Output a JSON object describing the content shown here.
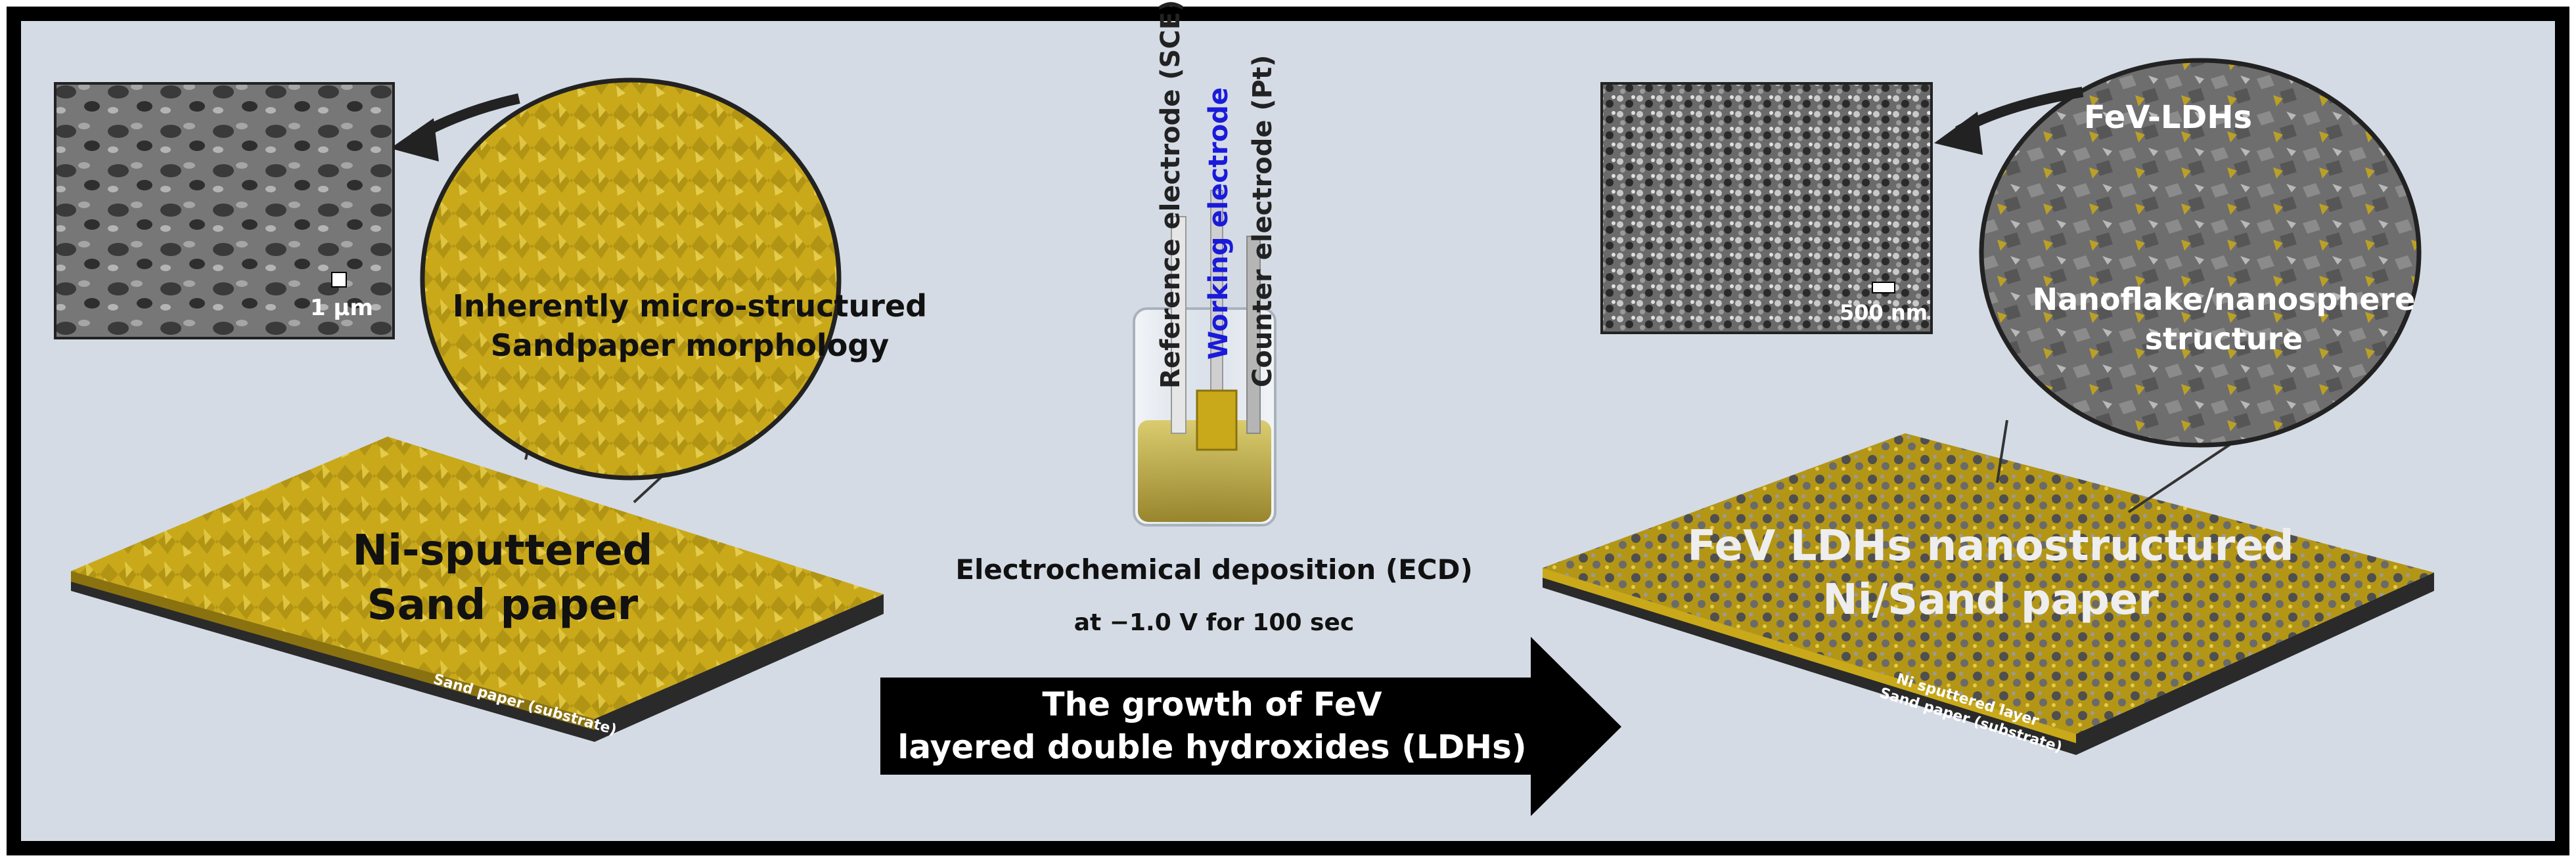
{
  "left_panel": {
    "sem_scale_label": "1 µm",
    "zoom_caption_line1": "Inherently micro-structured",
    "zoom_caption_line2": "Sandpaper morphology",
    "sample_title_line1": "Ni-sputtered",
    "sample_title_line2": "Sand paper",
    "substrate_label": "Sand paper (substrate)"
  },
  "center_panel": {
    "electrodes": [
      {
        "label": "Reference electrode (SCE)",
        "color": "#222222"
      },
      {
        "label": "Working electrode",
        "color": "#1a1adb"
      },
      {
        "label": "Counter electrode (Pt)",
        "color": "#222222"
      }
    ],
    "process_line1": "Electrochemical deposition (ECD)",
    "process_line2": "at −1.0 V for 100 sec",
    "arrow_line1": "The growth of FeV",
    "arrow_line2": "layered double hydroxides (LDHs)"
  },
  "right_panel": {
    "sem_scale_label": "500 nm",
    "zoom_caption_top": "FeV-LDHs",
    "zoom_caption_line1": "Nanoflake/nanosphere",
    "zoom_caption_line2": "structure",
    "sample_title_line1": "FeV LDHs nanostructured",
    "sample_title_line2": "Ni/Sand paper",
    "layer_label": "Ni sputtered layer",
    "substrate_label": "Sand paper (substrate)"
  },
  "colors": {
    "background": "#d4dbe5",
    "frame": "#000000",
    "gold": "#c9a91a",
    "gold_dark": "#8a7210",
    "gray": "#6e6e6e",
    "arrow": "#000000"
  }
}
